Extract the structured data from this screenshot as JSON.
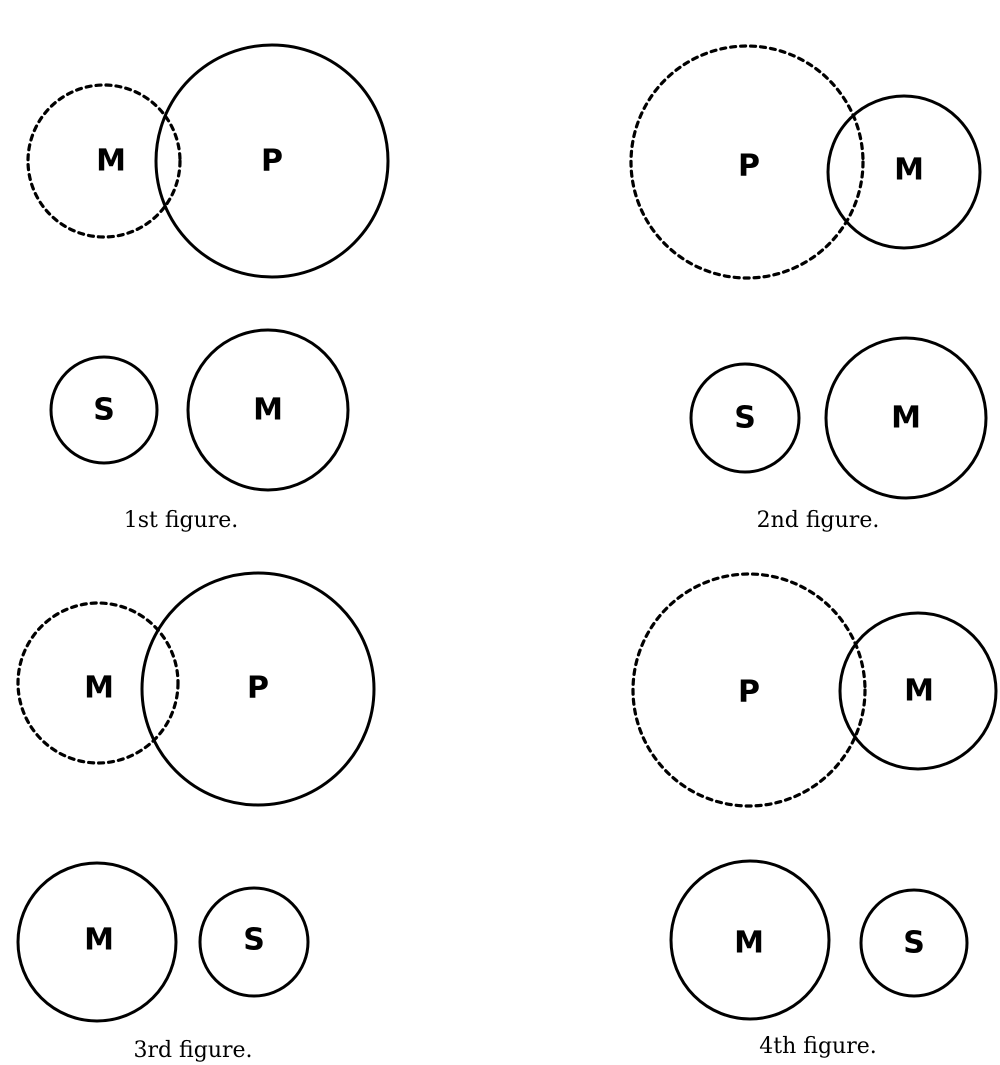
{
  "figures": [
    {
      "caption": "1st figure.",
      "top": [
        {
          "label": "M",
          "style": "dashed"
        },
        {
          "label": "P",
          "style": "solid"
        }
      ],
      "bottom": [
        {
          "label": "S",
          "style": "solid"
        },
        {
          "label": "M",
          "style": "solid"
        }
      ]
    },
    {
      "caption": "2nd figure.",
      "top": [
        {
          "label": "P",
          "style": "dashed"
        },
        {
          "label": "M",
          "style": "solid"
        }
      ],
      "bottom": [
        {
          "label": "S",
          "style": "solid"
        },
        {
          "label": "M",
          "style": "solid"
        }
      ]
    },
    {
      "caption": "3rd figure.",
      "top": [
        {
          "label": "M",
          "style": "dashed"
        },
        {
          "label": "P",
          "style": "solid"
        }
      ],
      "bottom": [
        {
          "label": "M",
          "style": "solid"
        },
        {
          "label": "S",
          "style": "solid"
        }
      ]
    },
    {
      "caption": "4th figure.",
      "top": [
        {
          "label": "P",
          "style": "dashed"
        },
        {
          "label": "M",
          "style": "solid"
        }
      ],
      "bottom": [
        {
          "label": "M",
          "style": "solid"
        },
        {
          "label": "S",
          "style": "solid"
        }
      ]
    }
  ],
  "colors": {
    "ink": "#000000",
    "paper": "#ffffff"
  }
}
